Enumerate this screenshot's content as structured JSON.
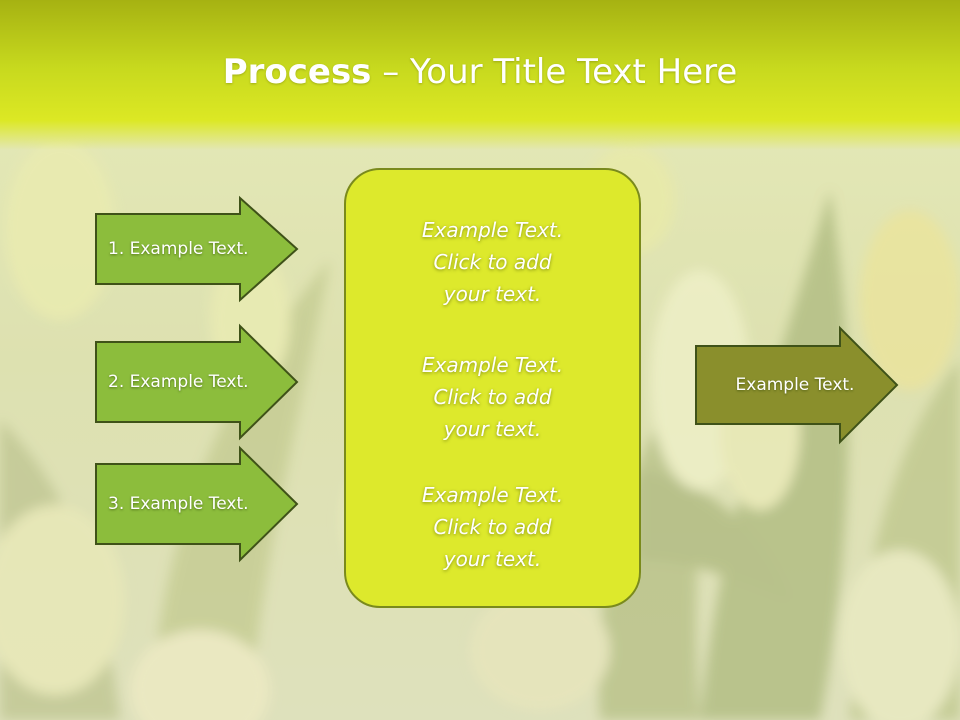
{
  "title": {
    "bold": "Process",
    "rest": " – Your Title Text Here"
  },
  "left_arrows": [
    {
      "label": "1. Example Text."
    },
    {
      "label": "2. Example Text."
    },
    {
      "label": "3. Example Text."
    }
  ],
  "center_box": {
    "paragraphs": [
      {
        "line1": "Example Text.",
        "line2": "Click  to add",
        "line3": "your text."
      },
      {
        "line1": "Example Text.",
        "line2": "Click  to add",
        "line3": "your text."
      },
      {
        "line1": "Example Text.",
        "line2": "Click  to add",
        "line3": "your text."
      }
    ]
  },
  "right_arrow": {
    "label": "Example Text."
  },
  "colors": {
    "title_bar": "#c7d91e",
    "left_arrow_fill": "#8cbd3c",
    "center_box_fill": "#dde92c",
    "right_arrow_fill": "#8a8f2c",
    "outline": "#3f5218"
  }
}
